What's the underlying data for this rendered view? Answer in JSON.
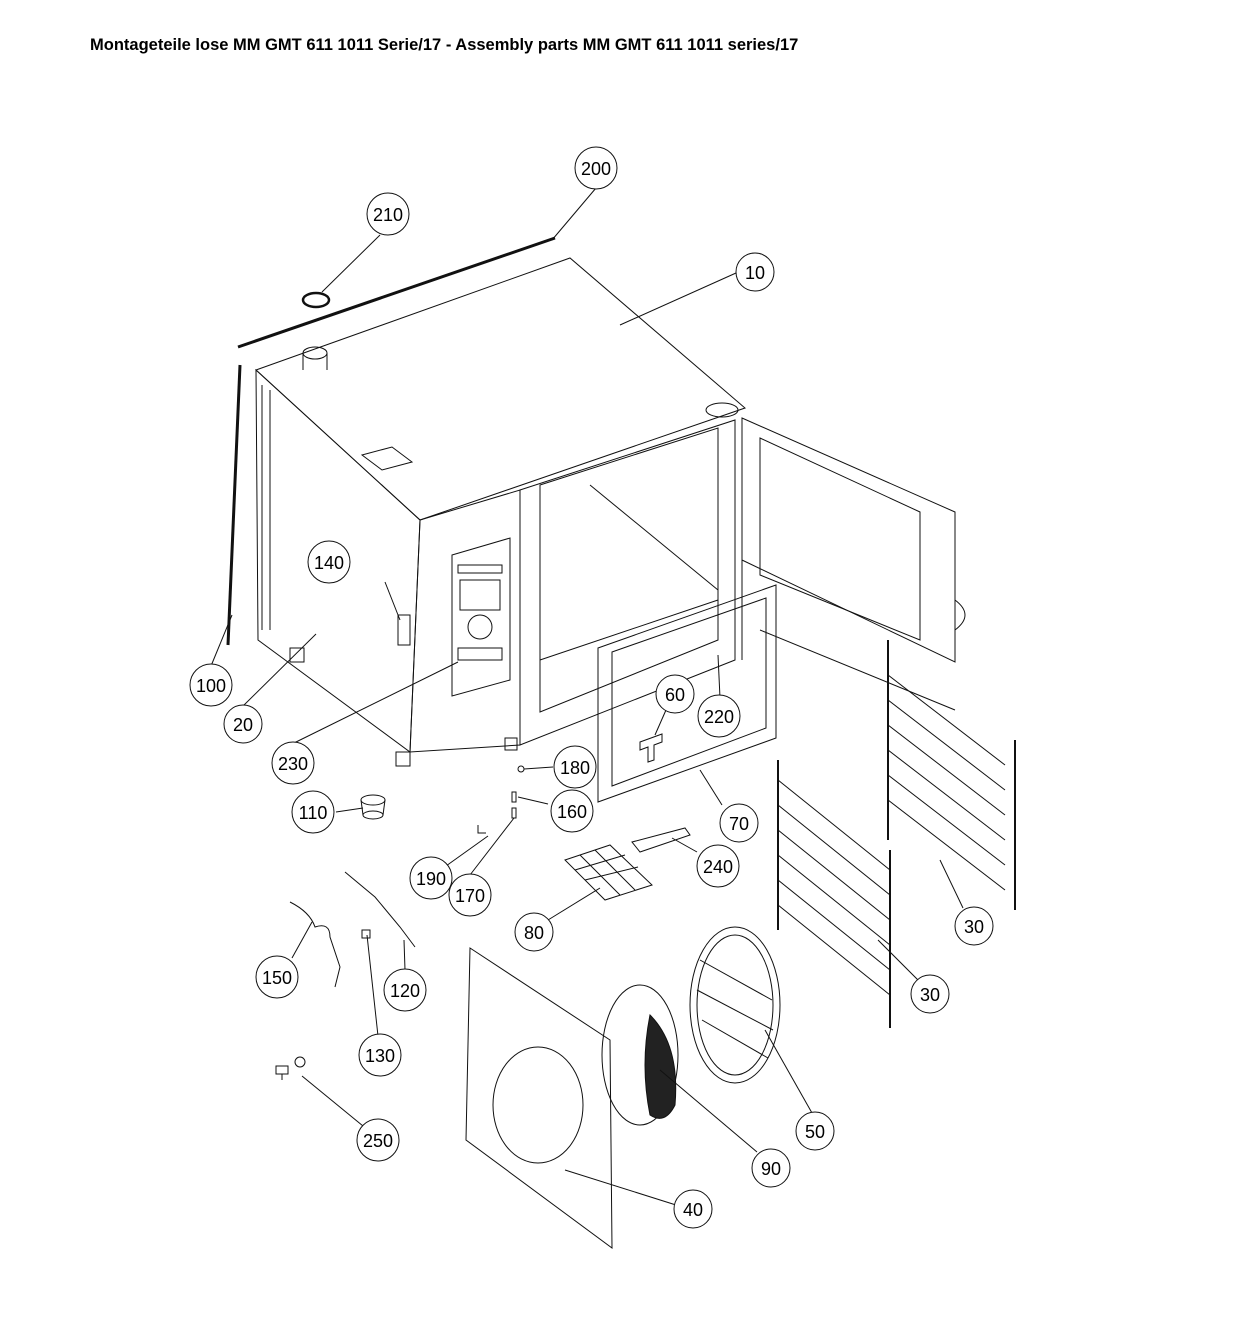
{
  "title": "Montageteile lose MM GMT 611 1011 Serie/17 - Assembly parts MM GMT 611 1011 series/17",
  "callouts": {
    "c200": "200",
    "c210": "210",
    "c10": "10",
    "c140": "140",
    "c100": "100",
    "c20": "20",
    "c230": "230",
    "c110": "110",
    "c60": "60",
    "c220": "220",
    "c180": "180",
    "c160": "160",
    "c70": "70",
    "c190": "190",
    "c170": "170",
    "c240": "240",
    "c80": "80",
    "c30a": "30",
    "c30b": "30",
    "c150": "150",
    "c120": "120",
    "c130": "130",
    "c50": "50",
    "c90": "90",
    "c250": "250",
    "c40": "40"
  }
}
